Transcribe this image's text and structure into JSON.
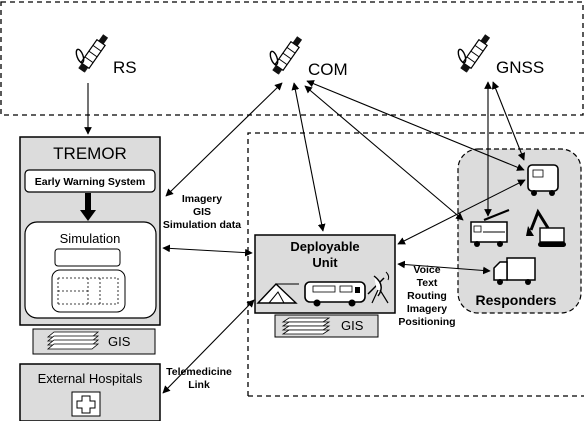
{
  "satellites": {
    "rs": "RS",
    "com": "COM",
    "gnss": "GNSS"
  },
  "tremor": {
    "title": "TREMOR",
    "early_warning": "Early Warning System",
    "simulation": "Simulation",
    "gis": "GIS"
  },
  "external_hospitals": {
    "label": "External Hospitals"
  },
  "deployable_unit": {
    "line1": "Deployable",
    "line2": "Unit",
    "gis": "GIS"
  },
  "responders": {
    "label": "Responders"
  },
  "link_labels": {
    "imagery_lines": [
      "Imagery",
      "GIS",
      "Simulation data"
    ],
    "telemedicine_lines": [
      "Telemedicine",
      "Link"
    ],
    "voice_lines": [
      "Voice",
      "Text",
      "Routing",
      "Imagery",
      "Positioning"
    ]
  },
  "icon_names": [
    "satellite-icon",
    "tent-icon",
    "van-icon",
    "dish-icon",
    "fire-truck-icon",
    "excavator-icon",
    "truck-icon",
    "cross-icon"
  ]
}
